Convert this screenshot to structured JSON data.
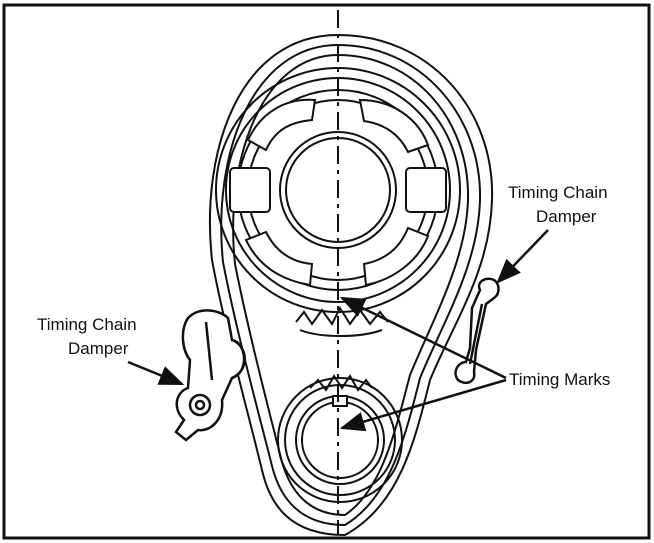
{
  "labels": {
    "damper_right_line1": "Timing Chain",
    "damper_right_line2": "Damper",
    "damper_left_line1": "Timing Chain",
    "damper_left_line2": "Damper",
    "timing_marks": "Timing Marks"
  }
}
